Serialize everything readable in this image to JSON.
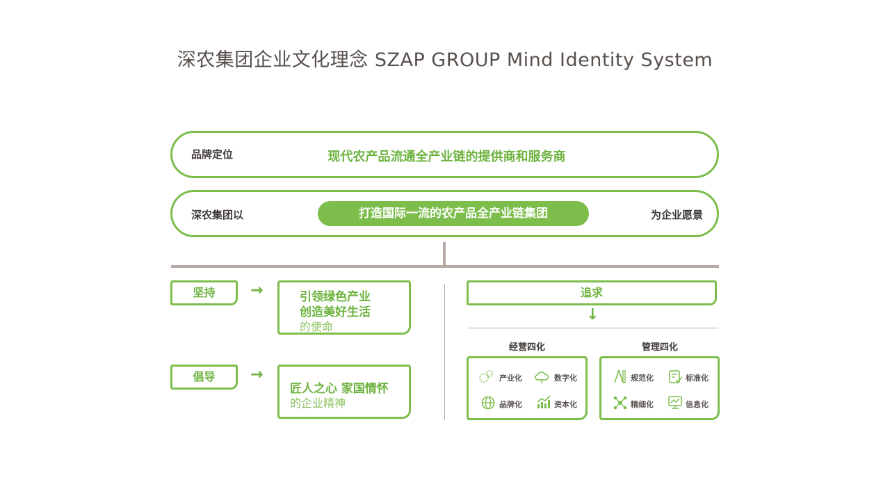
{
  "title": "深农集团企业文化理念 SZAP GROUP Mind Identity System",
  "positioning": {
    "label": "品牌定位",
    "text": "现代农产品流通全产业链的提供商和服务商"
  },
  "vision": {
    "prefix": "深农集团以",
    "highlight": "打造国际一流的农产品全产业链集团",
    "suffix": "为企业愿景"
  },
  "mission": {
    "tag": "坚持",
    "line1": "引领绿色产业",
    "line2": "创造美好生活",
    "line3": "的使命"
  },
  "spirit": {
    "tag": "倡导",
    "line1": "匠人之心 家国情怀",
    "line2": "的企业精神"
  },
  "pursuit": {
    "tag": "追求",
    "operations": {
      "title": "经营四化",
      "items": [
        "产业化",
        "数字化",
        "品牌化",
        "资本化"
      ]
    },
    "management": {
      "title": "管理四化",
      "items": [
        "规范化",
        "标准化",
        "精细化",
        "信息化"
      ]
    }
  },
  "colors": {
    "green": "#7cbd4b",
    "gray_line": "#b5aaa5"
  }
}
